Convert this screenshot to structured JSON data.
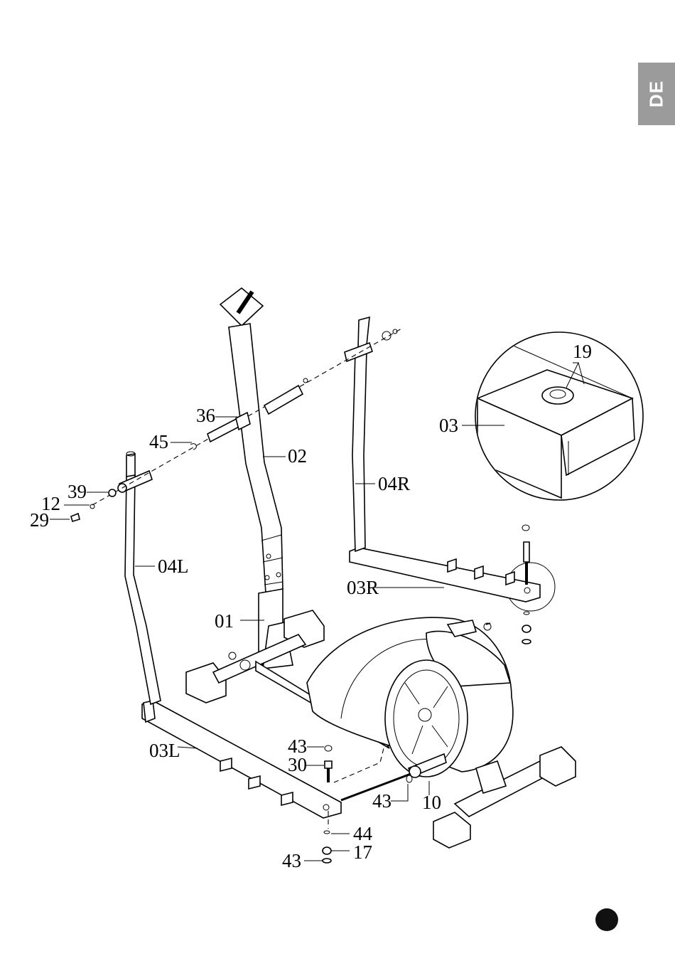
{
  "language_tab": "DE",
  "callouts": {
    "c19": "19",
    "c03": "03",
    "c36": "36",
    "c45": "45",
    "c02": "02",
    "c04R": "04R",
    "c39": "39",
    "c12": "12",
    "c29": "29",
    "c04L": "04L",
    "c03R": "03R",
    "c01": "01",
    "c43a": "43",
    "c30": "30",
    "c03L": "03L",
    "c43b": "43",
    "c10": "10",
    "c44": "44",
    "c17": "17",
    "c43c": "43"
  }
}
